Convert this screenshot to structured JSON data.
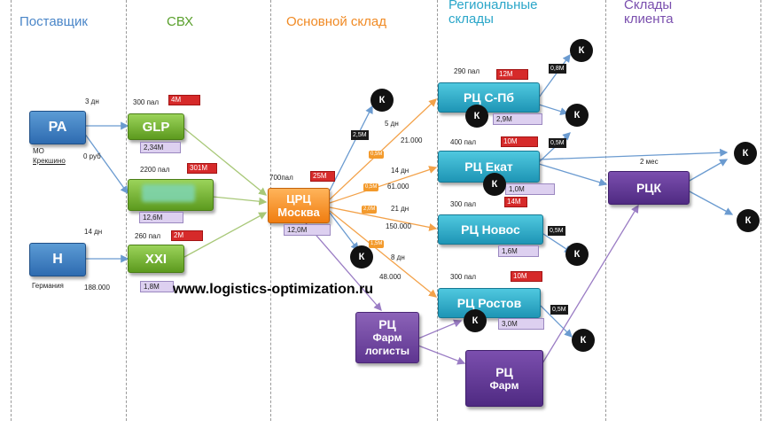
{
  "headers": [
    {
      "text": "Поставщик",
      "color": "#4a86c8"
    },
    {
      "text": "СВХ",
      "color": "#5aa02c"
    },
    {
      "text": "Основной склад",
      "color": "#f08a24"
    },
    {
      "text": "Региональные склады",
      "color": "#2aa6c9"
    },
    {
      "text": "Склады клиента",
      "color": "#7a4fae"
    }
  ],
  "nodes": {
    "pa": "РА",
    "n": "Н",
    "glp": "GLP",
    "xxi": "XXI",
    "crc_line1": "ЦРЦ",
    "crc_line2": "Москва",
    "rc_spb": "РЦ С-Пб",
    "rc_ekat": "РЦ Екат",
    "rc_novos": "РЦ Новос",
    "rc_rostov": "РЦ Ростов",
    "rck": "РЦК",
    "rc_farmlog_1": "РЦ",
    "rc_farmlog_2": "Фарм",
    "rc_farmlog_3": "логисты",
    "rc_farm_1": "РЦ",
    "rc_farm_2": "Фарм"
  },
  "client_label": "К",
  "labels": {
    "pa_days": "3 дн",
    "pa_cost": "0 руб",
    "pa_loc1": "МО",
    "pa_loc2": "Крекшино",
    "n_days": "14 дн",
    "n_loc": "Германия",
    "n_cost": "188.000",
    "glp_pallets": "300 пал",
    "glp_red": "4М",
    "glp_lil": "2,34М",
    "mid_pallets": "2200 пал",
    "mid_red": "301М",
    "mid_lil": "12,6М",
    "xxi_pallets": "260 пал",
    "xxi_red": "2М",
    "xxi_lil": "1,8М",
    "crc_pallets": "700пал",
    "crc_red": "25М",
    "crc_lil": "12,0М",
    "spb_days": "5 дн",
    "spb_cost": "21.000",
    "spb_pallets": "290 пал",
    "spb_red": "12М",
    "spb_lil": "2,9М",
    "spb_out": "0,8М",
    "ekat_days": "14 дн",
    "ekat_cost": "61.000",
    "ekat_pallets": "400 пал",
    "ekat_red": "10М",
    "ekat_lil": "1,0М",
    "ekat_out": "0,5М",
    "novos_days": "21 дн",
    "novos_cost": "150.000",
    "novos_pallets": "300 пал",
    "novos_red": "14М",
    "novos_lil": "1,6М",
    "novos_out": "0,5М",
    "rostov_days": "8 дн",
    "rostov_cost": "48.000",
    "rostov_pallets": "300 пал",
    "rostov_red": "10М",
    "rostov_lil": "3,0М",
    "rostov_out": "0,5М",
    "crc_black": "2,5М",
    "o1": "0,5М",
    "o2": "0,5М",
    "o3": "2,0М",
    "o4": "1,5М",
    "rck_days": "2 мес",
    "url": "www.logistics-optimization.ru"
  }
}
